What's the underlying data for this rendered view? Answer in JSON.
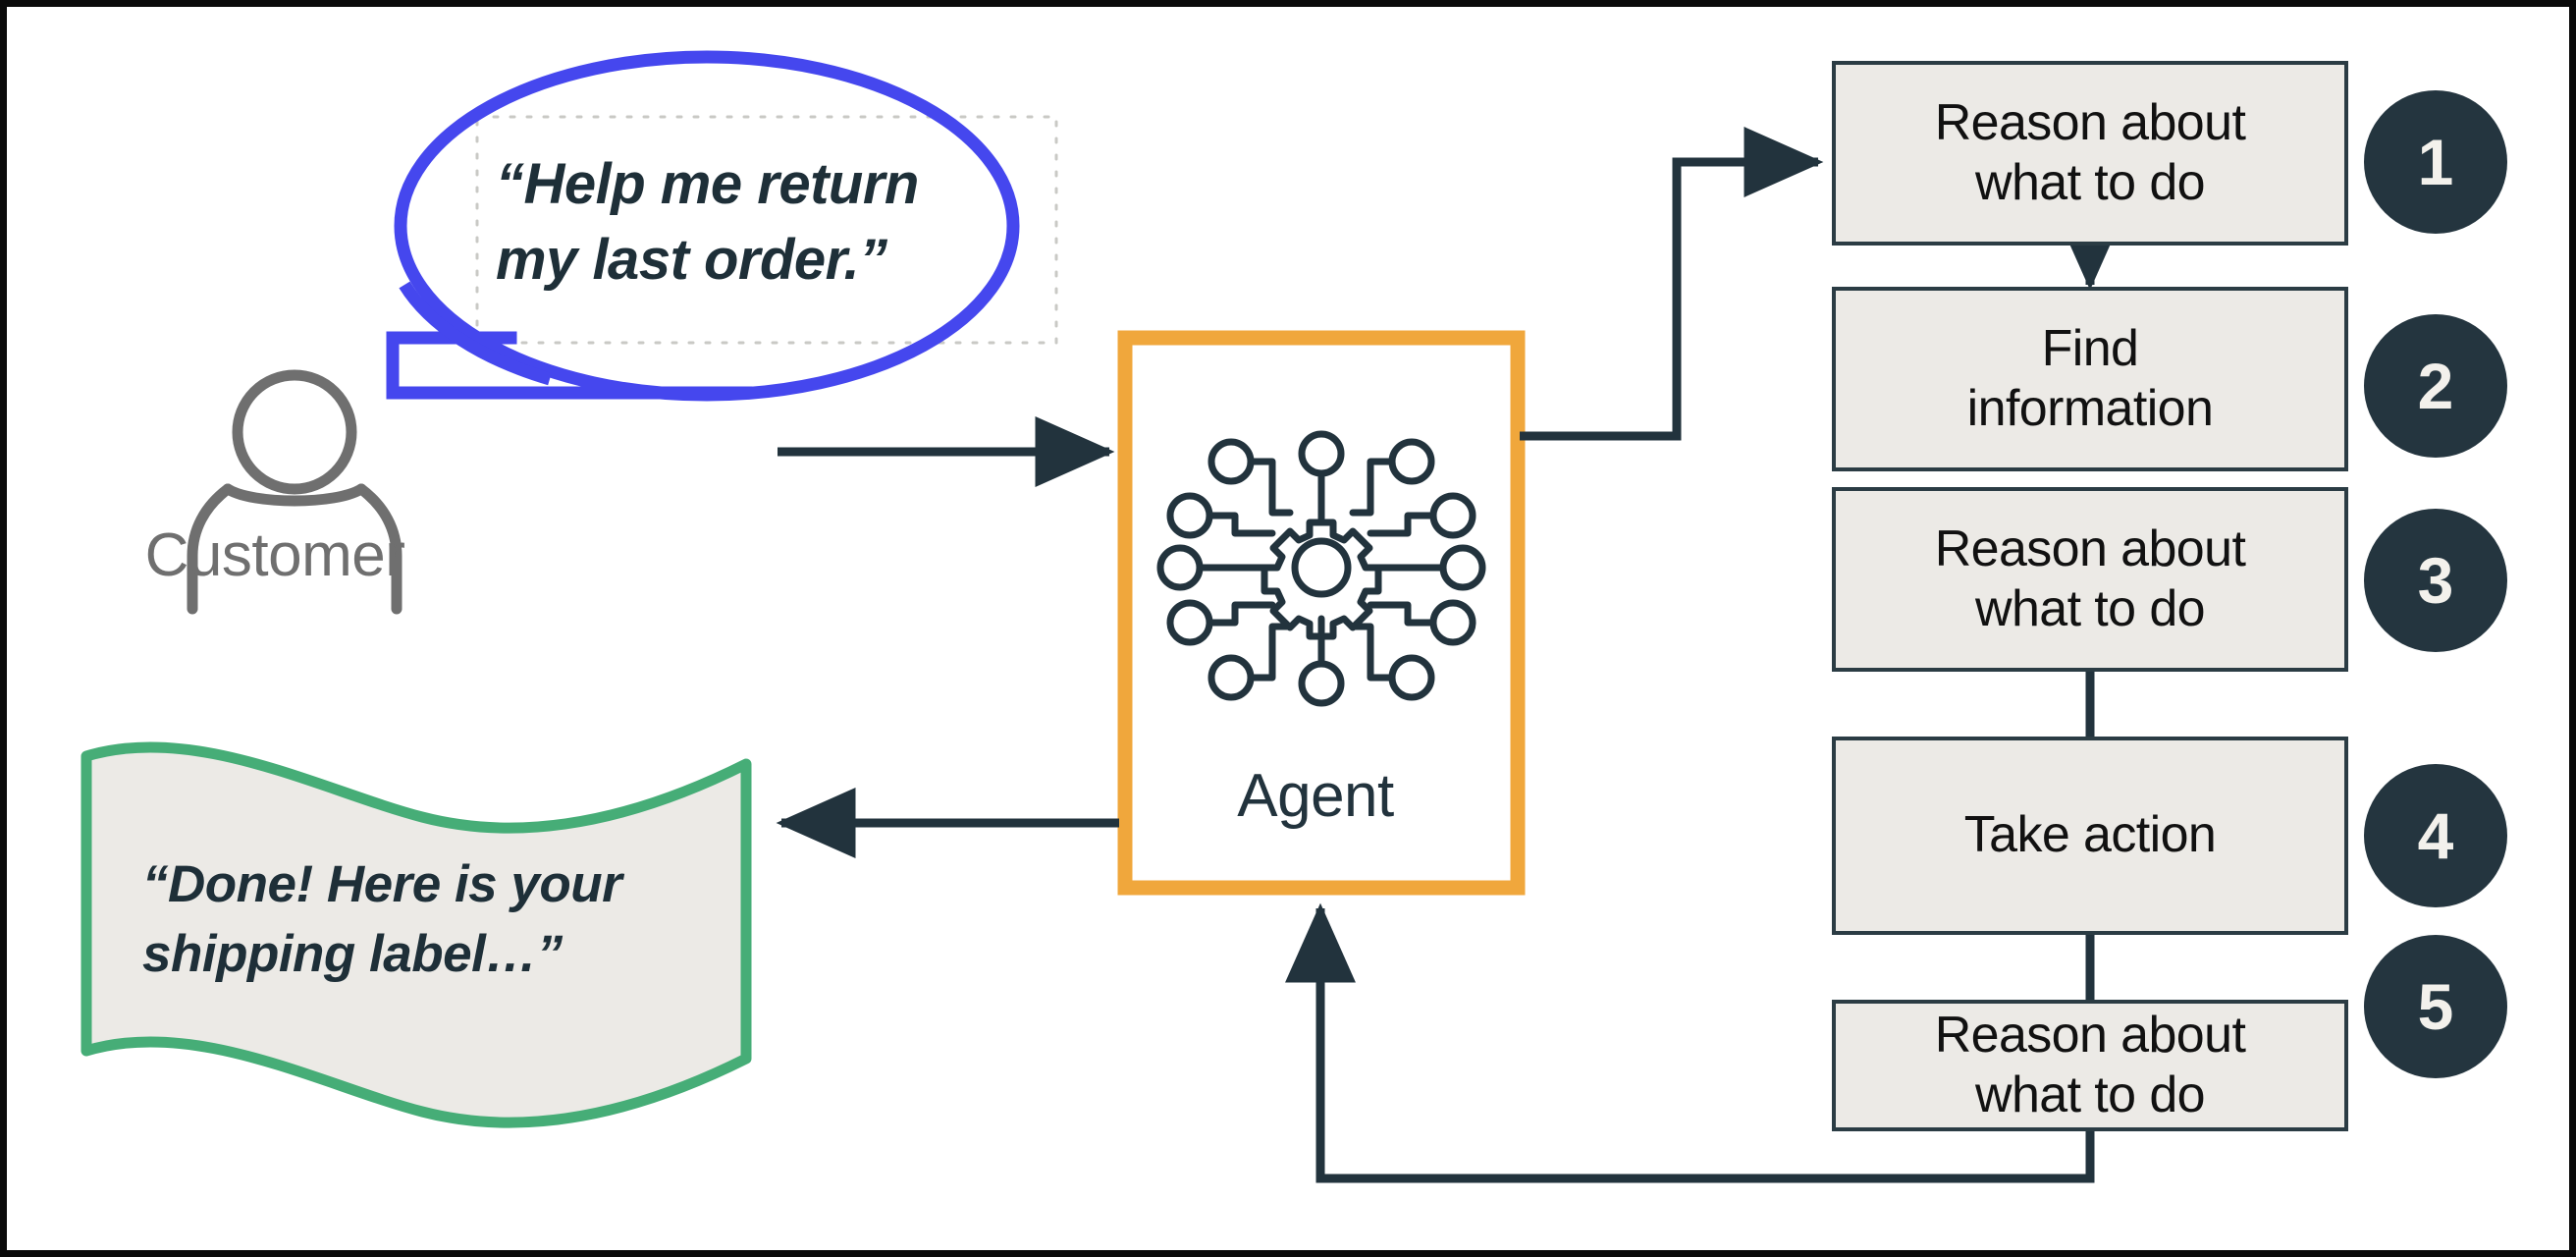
{
  "diagram": {
    "title": "Agent loop diagram",
    "colors": {
      "bubble_stroke": "#4547ee",
      "agent_border": "#f0a73c",
      "banner_stroke": "#46ad77",
      "banner_fill": "#eceae6",
      "box_fill": "#eceae6",
      "box_border": "#2b3c44",
      "badge_fill": "#24353f",
      "badge_text": "#f3f1ec",
      "arrow": "#22333d",
      "customer_icon": "#6f6f6f",
      "frame": "#0a0a0a"
    },
    "customer": {
      "icon": "person-icon",
      "label": "Customer",
      "request_bubble": {
        "icon": "speech-bubble-icon",
        "line1": "“Help me return",
        "line2": "my last order.”"
      },
      "response_banner": {
        "icon": "wavy-banner-icon",
        "line1": "“Done! Here is your",
        "line2": "shipping label…”"
      }
    },
    "agent": {
      "icon": "ai-network-gear-icon",
      "label": "Agent"
    },
    "steps": [
      {
        "number": "1",
        "line1": "Reason about",
        "line2": "what to do"
      },
      {
        "number": "2",
        "line1": "Find",
        "line2": "information"
      },
      {
        "number": "3",
        "line1": "Reason about",
        "line2": "what to do"
      },
      {
        "number": "4",
        "line1": "Take action",
        "line2": ""
      },
      {
        "number": "5",
        "line1": "Reason about",
        "line2": "what to do"
      }
    ],
    "arrows": [
      {
        "name": "customer-to-agent-arrow",
        "direction": "right"
      },
      {
        "name": "agent-to-step1-arrow",
        "direction": "right"
      },
      {
        "name": "step1-to-step2-arrow",
        "direction": "down"
      },
      {
        "name": "step3-to-step4-connector",
        "direction": "down"
      },
      {
        "name": "step4-to-step5-connector",
        "direction": "down"
      },
      {
        "name": "step5-to-agent-feedback-arrow",
        "direction": "up"
      },
      {
        "name": "agent-to-customer-arrow",
        "direction": "left"
      }
    ]
  }
}
